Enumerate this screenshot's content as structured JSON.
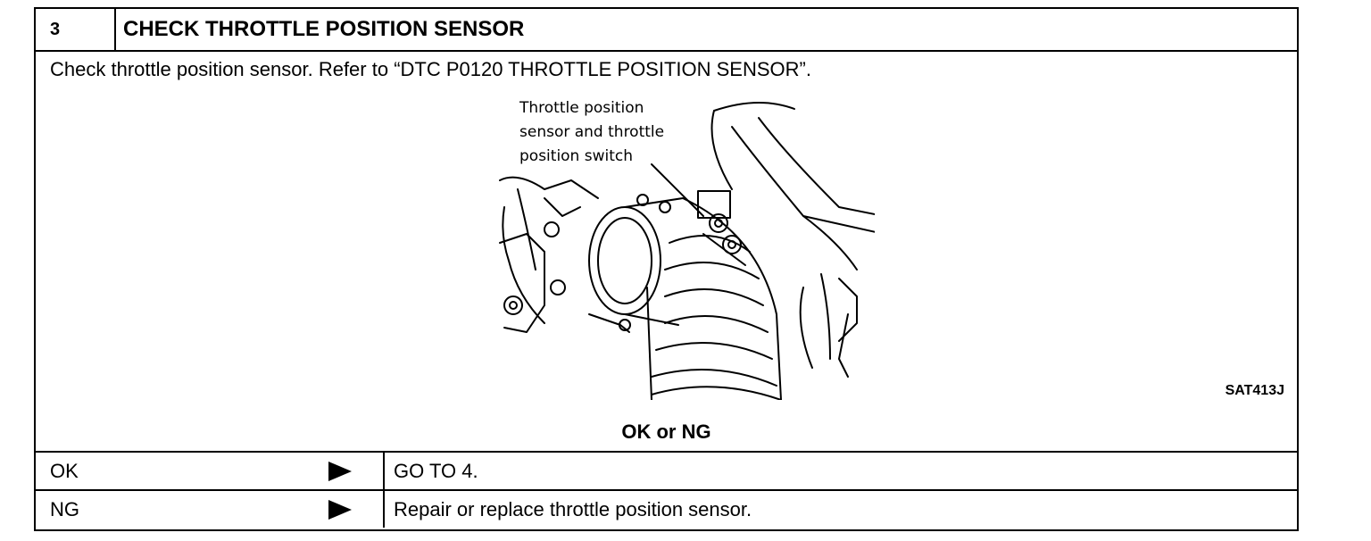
{
  "step": {
    "number": "3",
    "title": "CHECK THROTTLE POSITION SENSOR"
  },
  "instruction": "Check throttle position sensor. Refer to “DTC P0120 THROTTLE POSITION SENSOR”.",
  "figure": {
    "callout_lines": [
      "Throttle position",
      "sensor and throttle",
      "position switch"
    ],
    "code": "SAT413J"
  },
  "result_prompt": "OK or NG",
  "results": [
    {
      "label": "OK",
      "action": "GO TO 4."
    },
    {
      "label": "NG",
      "action": "Repair or replace throttle position sensor."
    }
  ]
}
